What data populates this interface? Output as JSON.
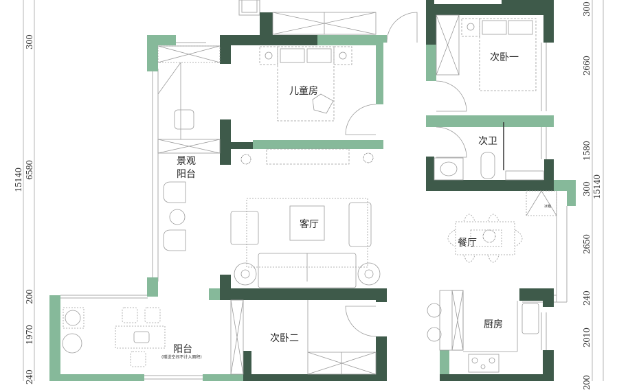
{
  "plan": {
    "colors": {
      "wall_dark": "#3e5a4a",
      "wall_light": "#86b99a",
      "line": "#9a9a9a",
      "dim_line": "#b0b0b0",
      "background": "#ffffff"
    },
    "rooms": [
      {
        "id": "kids-room",
        "label": "儿童房"
      },
      {
        "id": "bedroom-1",
        "label": "次卧一"
      },
      {
        "id": "bathroom-2",
        "label": "次卫"
      },
      {
        "id": "landscape-balcony",
        "label": "景观\n阳台",
        "line1": "景观",
        "line2": "阳台"
      },
      {
        "id": "living-room",
        "label": "客厅"
      },
      {
        "id": "dining-room",
        "label": "餐厅"
      },
      {
        "id": "bedroom-2",
        "label": "次卧二"
      },
      {
        "id": "kitchen",
        "label": "厨房"
      },
      {
        "id": "balcony",
        "label": "阳台",
        "note": "(赠送空间不计入面积)"
      }
    ],
    "fixtures": {
      "fridge_label": "冰箱"
    },
    "dimensions": {
      "left_outer": {
        "total": "15140"
      },
      "left_inner": [
        "300",
        "6580",
        "200",
        "1970",
        "240"
      ],
      "right_inner": [
        "300",
        "2660",
        "1580",
        "300",
        "2650",
        "240",
        "2010",
        "200"
      ],
      "right_outer": {
        "total": "15140"
      }
    }
  }
}
